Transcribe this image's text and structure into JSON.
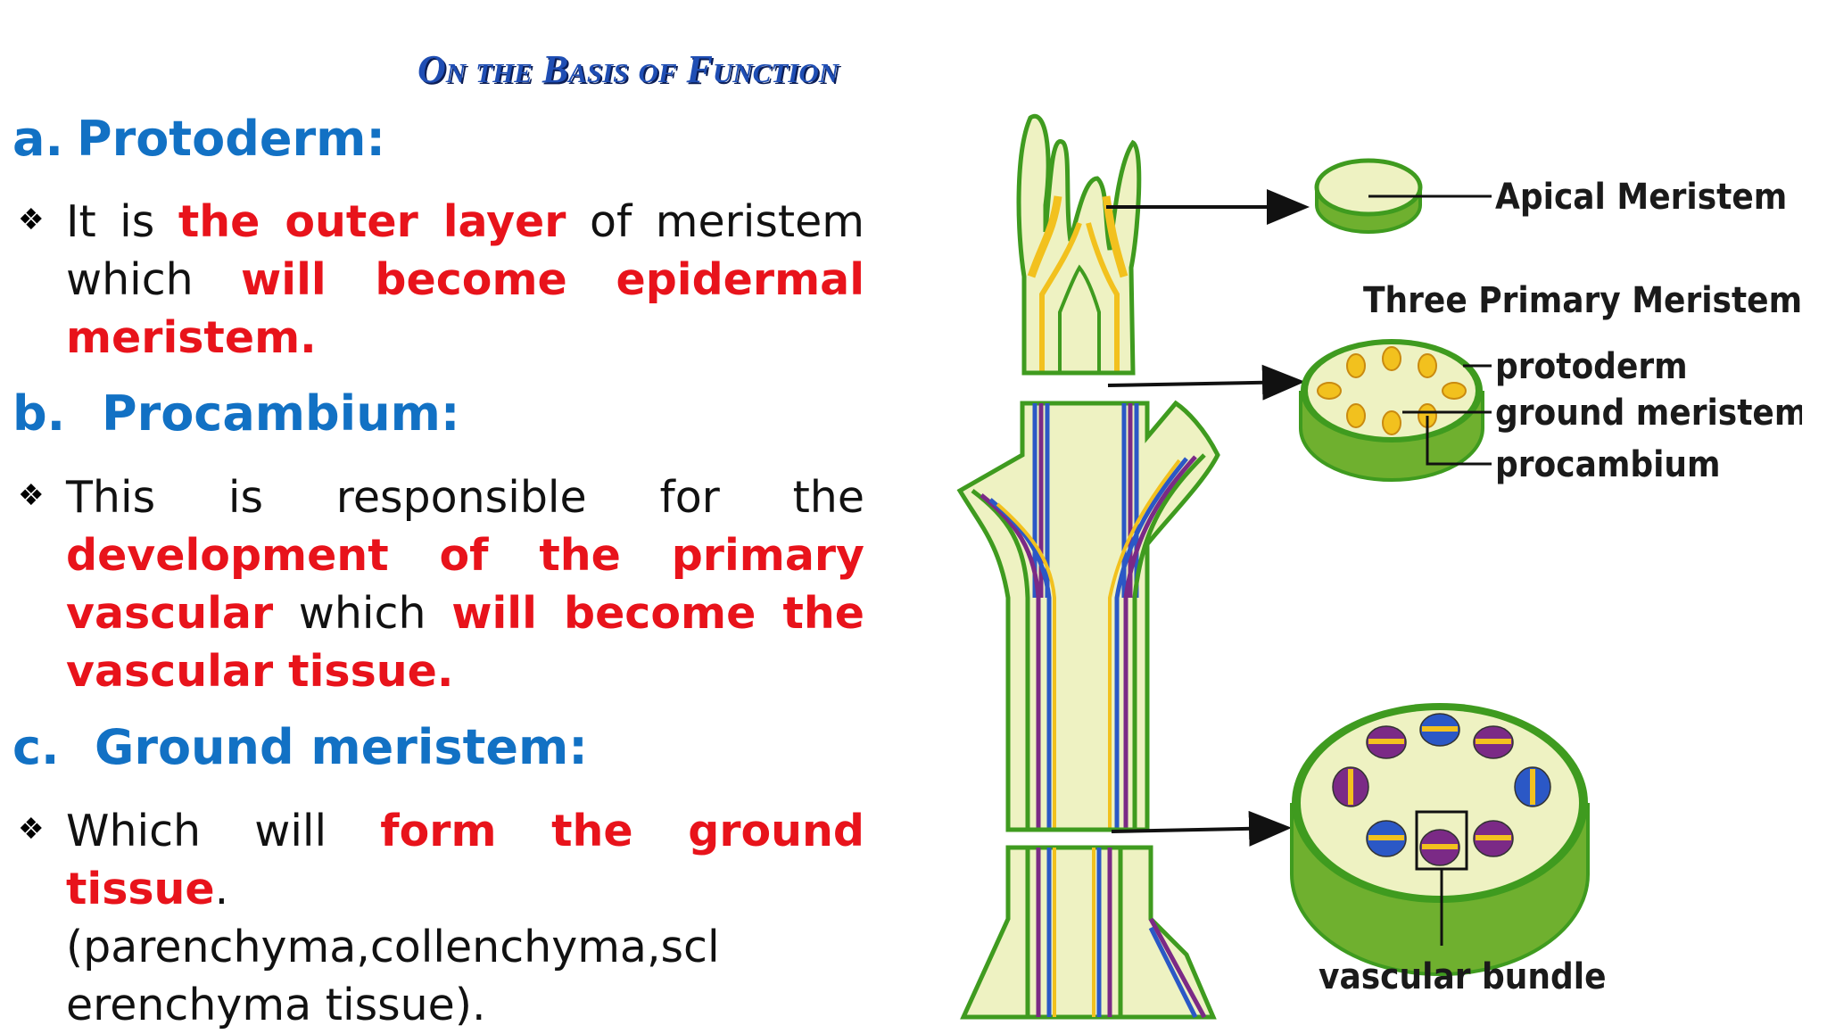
{
  "title": "On the Basis of Function",
  "sections": [
    {
      "letter": "a.",
      "heading": "Protoderm:",
      "bullet": "❖",
      "text_1": "It is ",
      "red_1": "the outer layer",
      "text_2": " of meristem which ",
      "red_2": "will become epidermal meristem.",
      "text_3": ""
    },
    {
      "letter": "b.",
      "heading": "Procambium:",
      "bullet": "❖",
      "text_1": "This is responsible for the ",
      "red_1": "development of the primary vascular",
      "text_2": " which ",
      "red_2": "will become the vascular tissue.",
      "text_3": ""
    },
    {
      "letter": "c.",
      "heading": "Ground meristem:",
      "bullet": "❖",
      "text_1": "Which will ",
      "red_1": "form the ground tissue",
      "text_2": ".(parenchyma,collenchyma,scl erenchyma tissue).",
      "red_2": "",
      "text_3": ""
    }
  ],
  "figure": {
    "apical_label": "Apical Meristem",
    "primary_heading": "Three Primary Meristems:",
    "protoderm_label": "protoderm",
    "ground_label": "ground meristem",
    "procambium_label": "procambium",
    "bundle_label": "vascular bundle"
  },
  "colors": {
    "heading": "#1271c4",
    "emphasis": "#e8131b",
    "stem_fill": "#eef2c2",
    "stem_green": "#3f9b1f",
    "vascular_blue": "#2b58c6",
    "vascular_purple": "#7b2a86",
    "vascular_yellow": "#f2c11e"
  }
}
